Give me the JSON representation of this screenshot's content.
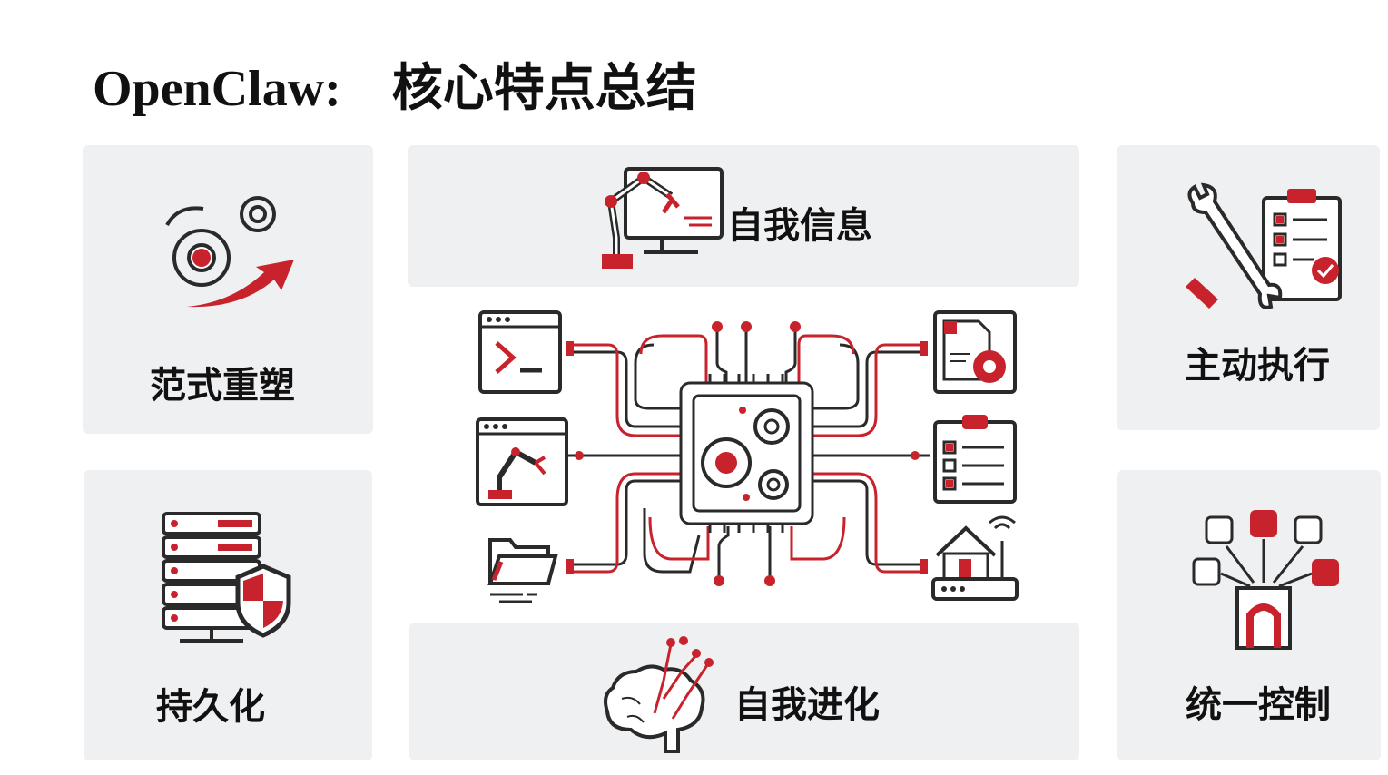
{
  "title": "OpenClaw:    核心特点总结",
  "cards": {
    "paradigm": {
      "label": "范式重塑",
      "icon": "gears-arrow-icon"
    },
    "persistence": {
      "label": "持久化",
      "icon": "server-shield-icon"
    },
    "self_info": {
      "label": "自我信息",
      "icon": "robot-arm-monitor-icon"
    },
    "self_evolution": {
      "label": "自我进化",
      "icon": "brain-circuit-icon"
    },
    "active_exec": {
      "label": "主动执行",
      "icon": "wrench-clipboard-icon"
    },
    "unified_control": {
      "label": "统一控制",
      "icon": "apps-funnel-icon"
    }
  },
  "center": {
    "icon": "cpu-chip-icon",
    "peripherals": [
      "terminal-window-icon",
      "robot-window-icon",
      "folder-icon",
      "document-gear-icon",
      "checklist-icon",
      "home-router-icon"
    ]
  },
  "colors": {
    "accent": "#c8232c",
    "ink": "#2a2a2a",
    "card": "#eef0f2"
  }
}
